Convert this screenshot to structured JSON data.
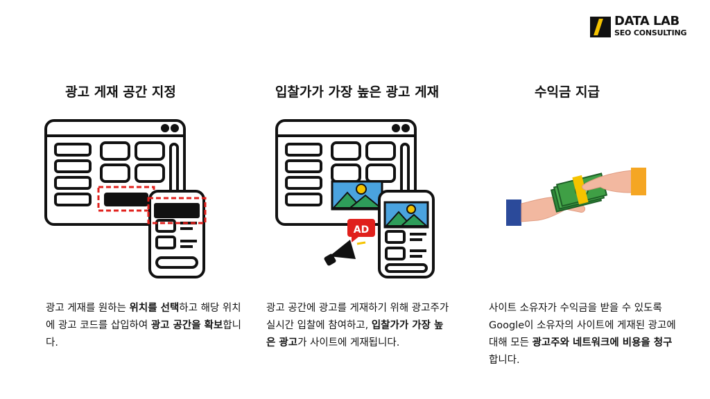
{
  "logo": {
    "brand": "DATA LAB",
    "sub": "SEO CONSULTING"
  },
  "columns": [
    {
      "title": "광고 게재 공간 지정",
      "desc": [
        {
          "t": "광고 게재를 원하는 ",
          "b": false
        },
        {
          "t": "위치를 선택",
          "b": true
        },
        {
          "t": "하고 해당 위치에 광고 코드를 삽입하여 ",
          "b": false
        },
        {
          "t": "광고 공간을 확보",
          "b": true
        },
        {
          "t": "합니다.",
          "b": false
        }
      ]
    },
    {
      "title": "입찰가가 가장 높은 광고 게재",
      "badge": "AD",
      "desc": [
        {
          "t": "광고 공간에 광고를 게재하기 위해 광고주가 실시간 입찰에 참여하고, ",
          "b": false
        },
        {
          "t": "입찰가가 가장 높은 광고",
          "b": true
        },
        {
          "t": "가 사이트에 게재됩니다.",
          "b": false
        }
      ]
    },
    {
      "title": "수익금 지급",
      "desc": [
        {
          "t": "사이트 소유자가 수익금을 받을 수 있도록 Google이 소유자의 사이트에 게재된 광고에 대해 모든 ",
          "b": false
        },
        {
          "t": "광고주와 네트워크에 비용을 청구",
          "b": true
        },
        {
          "t": "합니다.",
          "b": false
        }
      ]
    }
  ],
  "colors": {
    "accent_red": "#e0201c",
    "sky": "#4aa3df",
    "mountain": "#2e9d5a",
    "sun": "#f5c300",
    "cuff_blue": "#2b4a9a",
    "cuff_orange": "#f5a623",
    "money": "#2f8a3a"
  }
}
